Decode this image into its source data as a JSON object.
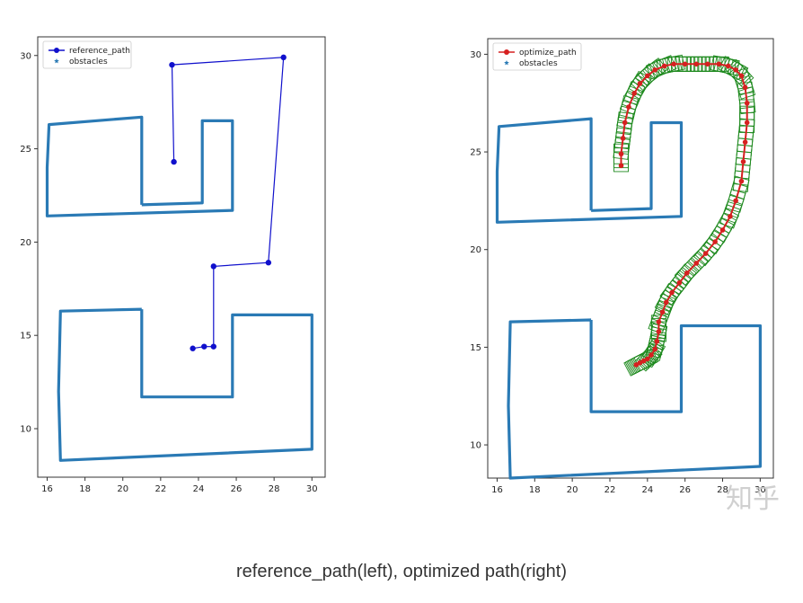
{
  "caption": "reference_path(left), optimized path(right)",
  "watermark": "知乎",
  "colors": {
    "obstacles": "#2a7ab5",
    "reference_path": "#1010cc",
    "optimize_path": "#d62020",
    "boxes": "#1f8a1f"
  },
  "chart_data": [
    {
      "type": "line",
      "xlim": [
        15.5,
        30.7
      ],
      "ylim": [
        7.4,
        31.0
      ],
      "xticks": [
        16,
        18,
        20,
        22,
        24,
        26,
        28,
        30
      ],
      "yticks": [
        10,
        15,
        20,
        25,
        30
      ],
      "legend_position": "top-left",
      "series": [
        {
          "name": "reference_path",
          "marker": "circle",
          "points": [
            [
              23.7,
              14.3
            ],
            [
              24.3,
              14.4
            ],
            [
              24.8,
              14.4
            ],
            [
              24.8,
              18.7
            ],
            [
              27.7,
              18.9
            ],
            [
              28.5,
              29.9
            ],
            [
              22.6,
              29.5
            ],
            [
              22.7,
              24.3
            ]
          ]
        },
        {
          "name": "obstacles",
          "marker": "star",
          "polylines": [
            [
              [
                21.0,
                22.0
              ],
              [
                21.0,
                26.7
              ],
              [
                16.1,
                26.3
              ],
              [
                16.0,
                24.0
              ],
              [
                16.0,
                21.4
              ],
              [
                25.8,
                21.7
              ],
              [
                25.8,
                26.5
              ],
              [
                24.2,
                26.5
              ],
              [
                24.2,
                22.1
              ],
              [
                21.0,
                22.0
              ]
            ],
            [
              [
                21.0,
                16.4
              ],
              [
                21.0,
                11.7
              ],
              [
                24.2,
                11.7
              ],
              [
                25.8,
                11.7
              ],
              [
                25.8,
                16.1
              ],
              [
                30.0,
                16.1
              ],
              [
                30.0,
                8.9
              ],
              [
                16.7,
                8.3
              ],
              [
                16.6,
                12.0
              ],
              [
                16.7,
                16.3
              ],
              [
                21.0,
                16.4
              ]
            ]
          ]
        }
      ]
    },
    {
      "type": "line",
      "xlim": [
        15.5,
        30.7
      ],
      "ylim": [
        8.3,
        30.8
      ],
      "xticks": [
        16,
        18,
        20,
        22,
        24,
        26,
        28,
        30
      ],
      "yticks": [
        10,
        15,
        20,
        25,
        30
      ],
      "legend_position": "top-left",
      "series": [
        {
          "name": "optimize_path",
          "marker": "circle",
          "points": [
            [
              23.4,
              14.1
            ],
            [
              23.6,
              14.2
            ],
            [
              23.8,
              14.3
            ],
            [
              24.0,
              14.4
            ],
            [
              24.2,
              14.6
            ],
            [
              24.4,
              14.9
            ],
            [
              24.5,
              15.3
            ],
            [
              24.6,
              15.8
            ],
            [
              24.6,
              16.3
            ],
            [
              24.8,
              16.8
            ],
            [
              25.0,
              17.3
            ],
            [
              25.3,
              17.8
            ],
            [
              25.7,
              18.3
            ],
            [
              26.1,
              18.8
            ],
            [
              26.6,
              19.3
            ],
            [
              27.1,
              19.8
            ],
            [
              27.6,
              20.4
            ],
            [
              28.0,
              21.0
            ],
            [
              28.4,
              21.7
            ],
            [
              28.7,
              22.5
            ],
            [
              29.0,
              23.5
            ],
            [
              29.1,
              24.5
            ],
            [
              29.2,
              25.5
            ],
            [
              29.3,
              26.5
            ],
            [
              29.3,
              27.5
            ],
            [
              29.2,
              28.3
            ],
            [
              29.0,
              28.9
            ],
            [
              28.7,
              29.2
            ],
            [
              28.3,
              29.4
            ],
            [
              27.8,
              29.5
            ],
            [
              27.2,
              29.5
            ],
            [
              26.6,
              29.5
            ],
            [
              26.0,
              29.5
            ],
            [
              25.4,
              29.5
            ],
            [
              24.9,
              29.4
            ],
            [
              24.4,
              29.2
            ],
            [
              24.0,
              28.9
            ],
            [
              23.6,
              28.5
            ],
            [
              23.3,
              28.0
            ],
            [
              23.0,
              27.3
            ],
            [
              22.8,
              26.5
            ],
            [
              22.7,
              25.7
            ],
            [
              22.6,
              24.9
            ],
            [
              22.6,
              24.3
            ]
          ]
        },
        {
          "name": "obstacles",
          "marker": "star",
          "polylines": [
            [
              [
                21.0,
                22.0
              ],
              [
                21.0,
                26.7
              ],
              [
                16.1,
                26.3
              ],
              [
                16.0,
                24.0
              ],
              [
                16.0,
                21.4
              ],
              [
                25.8,
                21.7
              ],
              [
                25.8,
                26.5
              ],
              [
                24.2,
                26.5
              ],
              [
                24.2,
                22.1
              ],
              [
                21.0,
                22.0
              ]
            ],
            [
              [
                21.0,
                16.4
              ],
              [
                21.0,
                11.7
              ],
              [
                24.2,
                11.7
              ],
              [
                25.8,
                11.7
              ],
              [
                25.8,
                16.1
              ],
              [
                30.0,
                16.1
              ],
              [
                30.0,
                8.9
              ],
              [
                16.7,
                8.3
              ],
              [
                16.6,
                12.0
              ],
              [
                16.7,
                16.3
              ],
              [
                21.0,
                16.4
              ]
            ]
          ]
        }
      ]
    }
  ]
}
